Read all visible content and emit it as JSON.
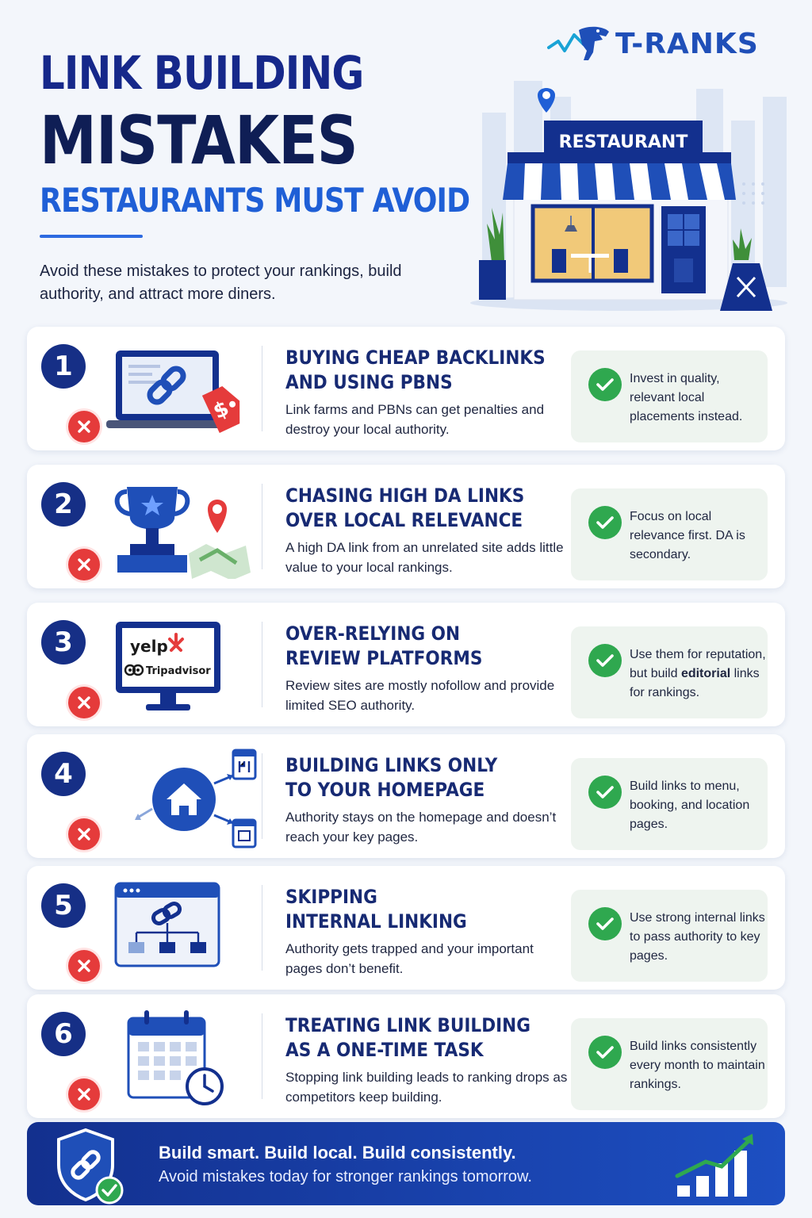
{
  "header": {
    "title_line1": "LINK BUILDING",
    "title_line2": "MISTAKES",
    "title_line3": "RESTAURANTS MUST AVOID",
    "intro": "Avoid these mistakes to protect your rankings, build authority, and attract more diners."
  },
  "brand": {
    "name": "T-RANKS"
  },
  "hero": {
    "sign": "RESTAURANT"
  },
  "mistakes": [
    {
      "number": "1",
      "title": "BUYING CHEAP BACKLINKS\nAND USING PBNS",
      "description": "Link farms and PBNs can get penalties and destroy your local authority.",
      "fix": "Invest in quality, relevant local placements instead.",
      "icon": "laptop-link-price-tag-icon",
      "price_symbol": "$"
    },
    {
      "number": "2",
      "title": "CHASING HIGH DA LINKS\nOVER LOCAL RELEVANCE",
      "description": "A high DA link from an unrelated site adds little value to your local rankings.",
      "fix": "Focus on local relevance first. DA is secondary.",
      "icon": "trophy-map-pin-icon"
    },
    {
      "number": "3",
      "title": "OVER-RELYING ON\nREVIEW PLATFORMS",
      "description": "Review sites are mostly nofollow and provide limited SEO authority.",
      "fix_pre": "Use them for reputation, but build ",
      "fix_bold": "editorial",
      "fix_post": " links for rankings.",
      "icon": "monitor-review-sites-icon",
      "platform_1": "yelp",
      "platform_2": "Tripadvisor"
    },
    {
      "number": "4",
      "title": "BUILDING LINKS ONLY\nTO YOUR HOMEPAGE",
      "description": "Authority stays on the homepage and doesn’t reach your key pages.",
      "fix": "Build links to menu, booking, and location pages.",
      "icon": "homepage-arrows-icon"
    },
    {
      "number": "5",
      "title": "SKIPPING\nINTERNAL LINKING",
      "description": "Authority gets trapped and your important pages don’t benefit.",
      "fix": "Use strong internal links to pass authority to key pages.",
      "icon": "site-structure-icon"
    },
    {
      "number": "6",
      "title": "TREATING LINK BUILDING\nAS A ONE-TIME TASK",
      "description": "Stopping link building leads to ranking drops as competitors keep building.",
      "fix": "Build links consistently every month to maintain rankings.",
      "icon": "calendar-clock-icon"
    }
  ],
  "footer": {
    "headline": "Build smart. Build local. Build consistently.",
    "subline": "Avoid mistakes today for stronger rankings tomorrow."
  },
  "colors": {
    "navy": "#162f86",
    "accent_blue": "#1f5fd6",
    "error_red": "#e53b3b",
    "success_green": "#2fa84f"
  }
}
